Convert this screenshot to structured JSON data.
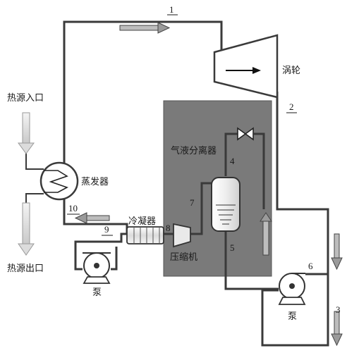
{
  "labels": {
    "turbine": "涡轮",
    "separator": "气液分离器",
    "evaporator": "蒸发器",
    "condenser": "冷凝器",
    "compressor": "压缩机",
    "pump_left": "泵",
    "pump_right": "泵",
    "heat_in": "热源入口",
    "heat_out": "热源出口"
  },
  "state_points": {
    "p1": "1",
    "p2": "2",
    "p3": "3",
    "p4": "4",
    "p5": "5",
    "p6": "6",
    "p7": "7",
    "p8": "8",
    "p9": "9",
    "p10": "10"
  },
  "colors": {
    "pipe": "#3a3a3a",
    "module_fill": "#7a7a7a",
    "arrow_fill": "#b8b8b8",
    "heat_arrow": "#d9d9d9"
  }
}
